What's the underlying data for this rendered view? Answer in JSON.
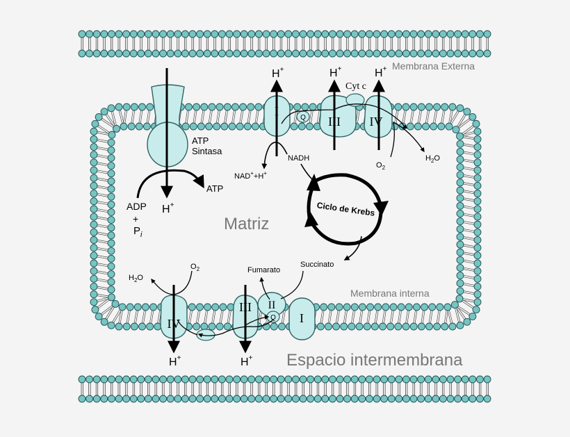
{
  "labels": {
    "outer_membrane": "Membrana Externa",
    "inner_membrane": "Membrana interna",
    "matrix": "Matriz",
    "intermembrane_space": "Espacio intermembrana",
    "atp_synthase": "ATP",
    "atp_synthase_2": "Sintasa",
    "atp": "ATP",
    "adp": "ADP",
    "plus": "+",
    "pi": "P",
    "pi_sub": "i",
    "nadh": "NADH",
    "nad_plus_h": "NAD",
    "nad_sup": "+",
    "nad_rest": "+H",
    "nad_sup2": "+",
    "krebs": "Ciclo de Krebs",
    "succinato": "Succinato",
    "fumarato": "Fumarato",
    "cyt_c": "Cyt c",
    "q": "Q",
    "h": "H",
    "h_sup": "+",
    "o2": "O",
    "o2_sub": "2",
    "h2o": "H",
    "h2o_sub": "2",
    "h2o_o": "O"
  },
  "complexes": {
    "c1": "I",
    "c2": "II",
    "c3": "III",
    "c4": "IV"
  },
  "colors": {
    "membrane_head": "#77c4c4",
    "membrane_head_stroke": "#1f4f4f",
    "protein_fill": "#c8ecec",
    "protein_stroke": "#2e6262",
    "label_gray": "#777777",
    "ink": "#000000"
  }
}
